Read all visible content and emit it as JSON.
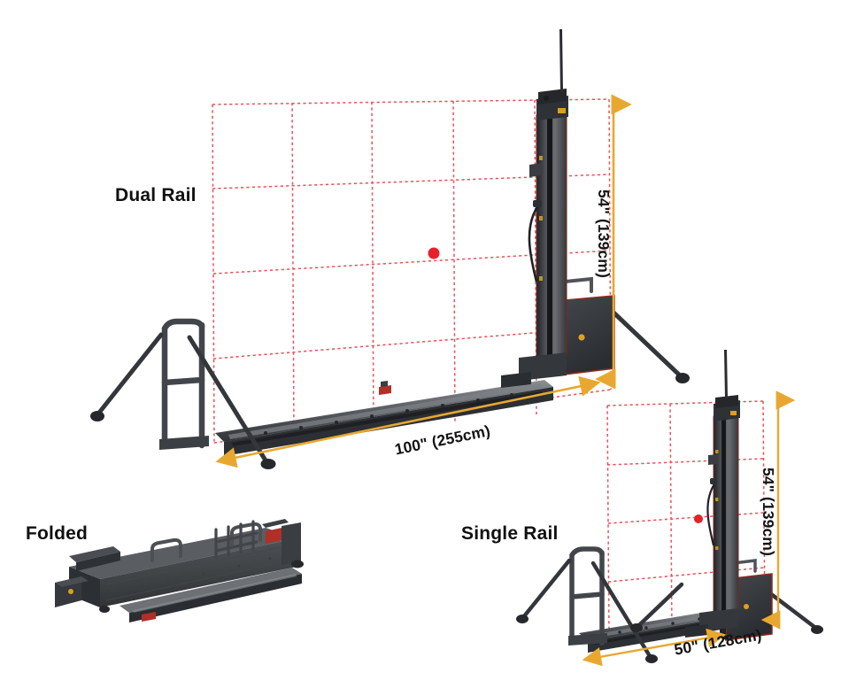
{
  "diagram": {
    "title_type": "product-dimension-diagram",
    "background_color": "#ffffff",
    "grid_color": "#e8323c",
    "arrow_color": "#e8a830",
    "machine_body_color": "#3a3c40",
    "machine_dark_color": "#232529",
    "accent_logo_color": "#e0a020",
    "label_text_color": "#101010"
  },
  "views": {
    "dual_rail": {
      "label": "Dual Rail",
      "dimensions": {
        "height": "54\" (139cm)",
        "length": "100\" (255cm)"
      }
    },
    "single_rail": {
      "label": "Single Rail",
      "dimensions": {
        "height": "54\" (139cm)",
        "length": "50\" (128cm)"
      }
    },
    "folded": {
      "label": "Folded",
      "dimensions": {}
    }
  },
  "annotations": {
    "grid_marker": "red-center-dot",
    "arrow_style": "double-headed-dimension-arrow"
  }
}
